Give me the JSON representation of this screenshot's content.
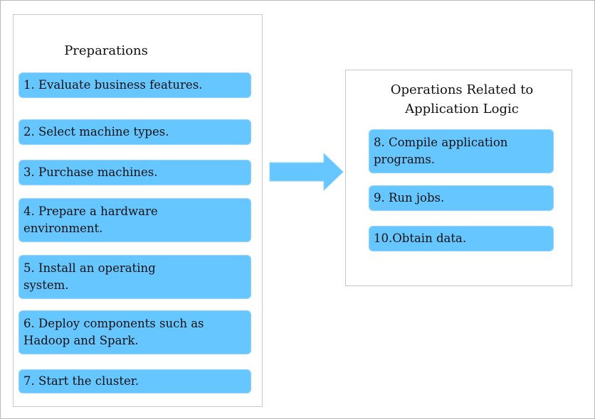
{
  "preparations": {
    "title": "Preparations",
    "steps": [
      "1. Evaluate business features.",
      "2. Select machine types.",
      "3. Purchase machines.",
      "4. Prepare a hardware\nenvironment.",
      "5. Install an operating\nsystem.",
      "6. Deploy components such as\nHadoop and Spark.",
      "7. Start the cluster."
    ]
  },
  "operations": {
    "title": "Operations Related to\nApplication Logic",
    "steps": [
      "8. Compile application\nprograms.",
      "9. Run jobs.",
      "10.Obtain data."
    ]
  },
  "colors": {
    "step_fill": "#66c6ff",
    "arrow_fill": "#66c6ff",
    "panel_border": "#c8c8c8"
  }
}
